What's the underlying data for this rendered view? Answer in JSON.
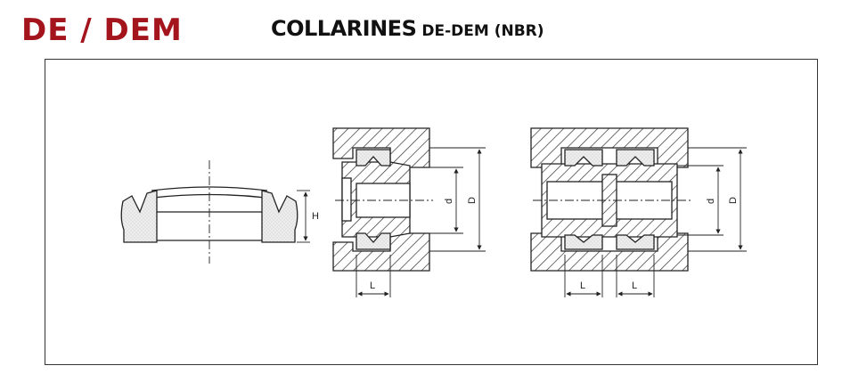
{
  "header": {
    "code": "DE / DEM",
    "title_main": "COLLARINES",
    "title_sub": "DE-DEM (NBR)"
  },
  "colors": {
    "code_red": "#a3141c",
    "line": "#222222",
    "seal_fill": "#e9e9e9"
  },
  "diagram": {
    "seal_profile": {
      "height_label": "H"
    },
    "single_housing": {
      "length_label": "L",
      "inner_diameter_label": "d",
      "outer_diameter_label": "D"
    },
    "double_housing": {
      "length_label_1": "L",
      "length_label_2": "L",
      "inner_diameter_label": "d",
      "outer_diameter_label": "D"
    }
  }
}
